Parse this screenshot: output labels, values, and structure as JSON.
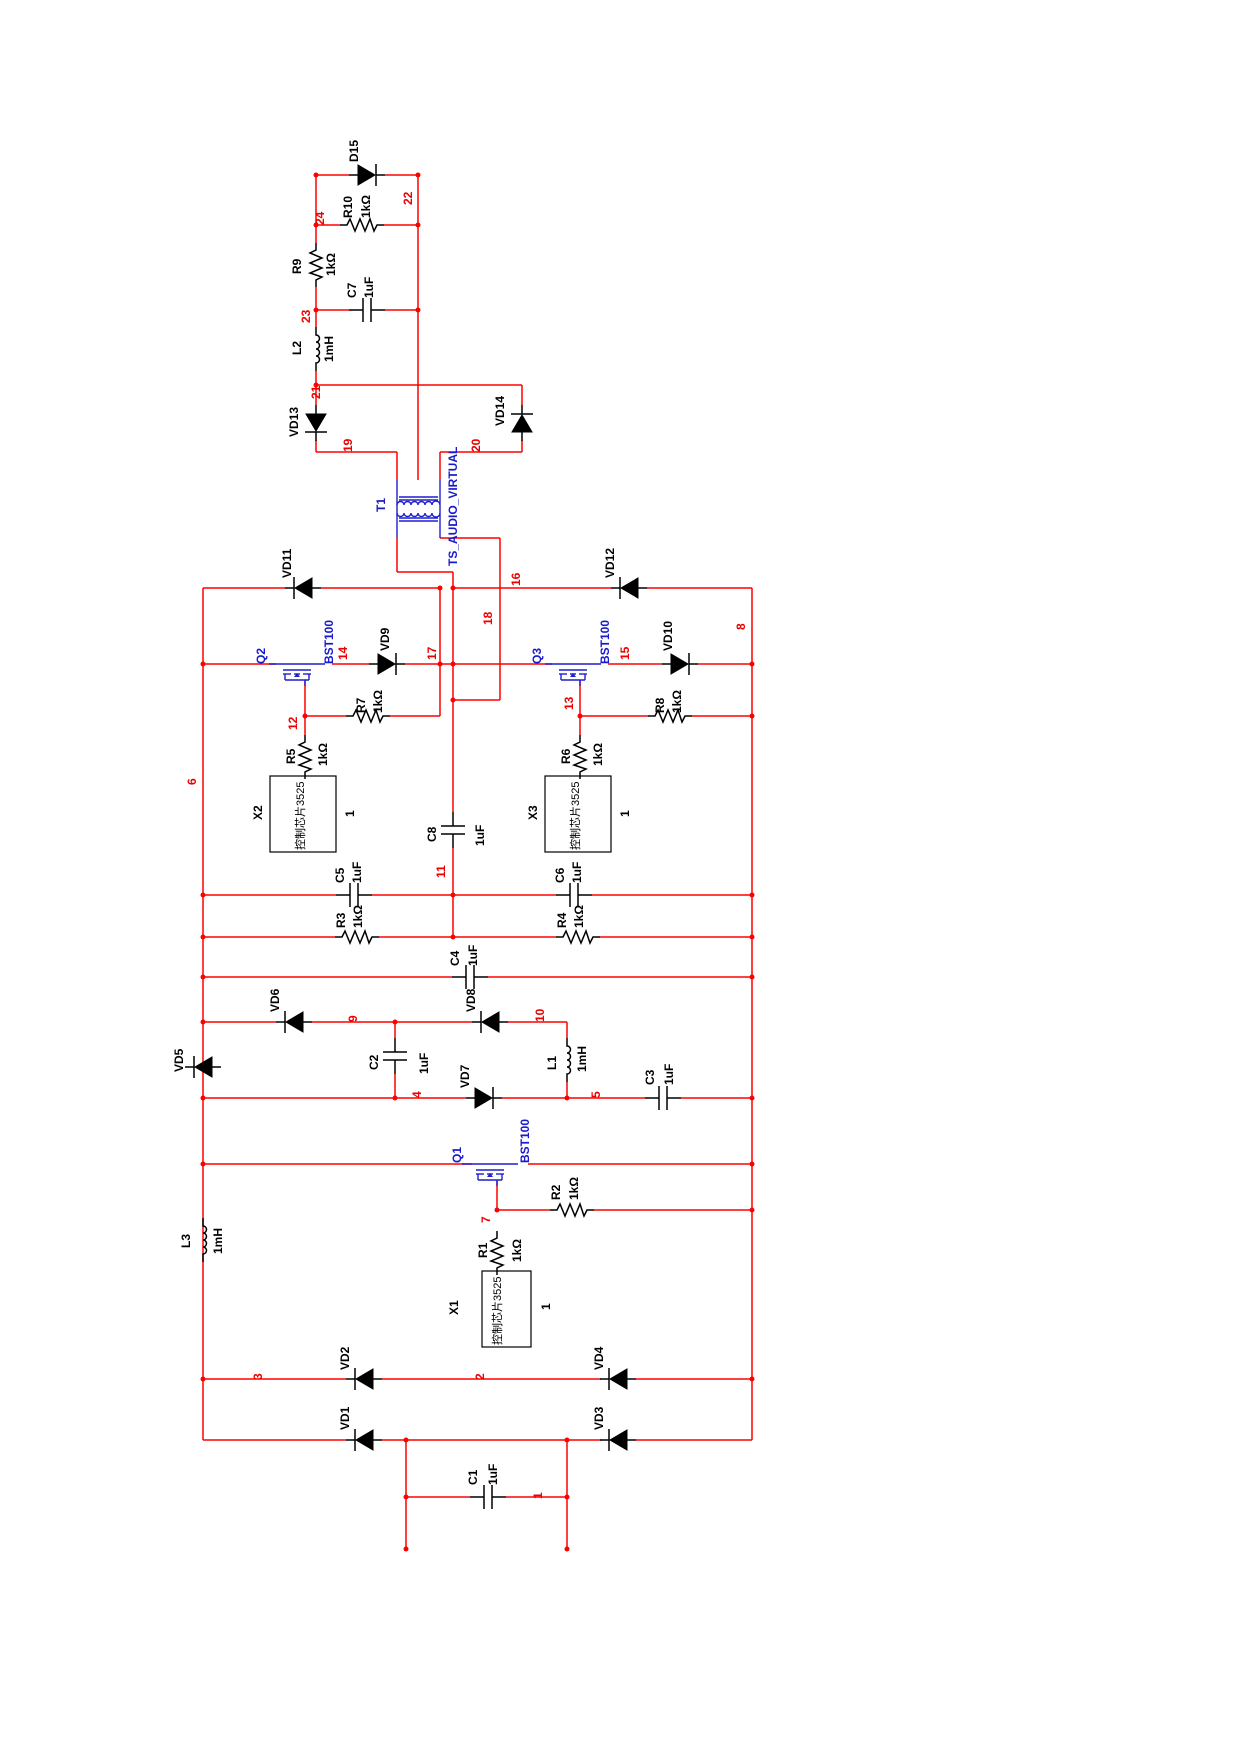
{
  "components": {
    "C1": {
      "ref": "C1",
      "value": "1uF"
    },
    "C2": {
      "ref": "C2",
      "value": "1uF"
    },
    "C3": {
      "ref": "C3",
      "value": "1uF"
    },
    "C4": {
      "ref": "C4",
      "value": "1uF"
    },
    "C5": {
      "ref": "C5",
      "value": "1uF"
    },
    "C6": {
      "ref": "C6",
      "value": "1uF"
    },
    "C7": {
      "ref": "C7",
      "value": "1uF"
    },
    "C8": {
      "ref": "C8",
      "value": "1uF"
    },
    "R1": {
      "ref": "R1",
      "value": "1kΩ"
    },
    "R2": {
      "ref": "R2",
      "value": "1kΩ"
    },
    "R3": {
      "ref": "R3",
      "value": "1kΩ"
    },
    "R4": {
      "ref": "R4",
      "value": "1kΩ"
    },
    "R5": {
      "ref": "R5",
      "value": "1kΩ"
    },
    "R6": {
      "ref": "R6",
      "value": "1kΩ"
    },
    "R7": {
      "ref": "R7",
      "value": "1kΩ"
    },
    "R8": {
      "ref": "R8",
      "value": "1kΩ"
    },
    "R9": {
      "ref": "R9",
      "value": "1kΩ"
    },
    "R10": {
      "ref": "R10",
      "value": "1kΩ"
    },
    "L1": {
      "ref": "L1",
      "value": "1mH"
    },
    "L2": {
      "ref": "L2",
      "value": "1mH"
    },
    "L3": {
      "ref": "L3",
      "value": "1mH"
    },
    "Q1": {
      "ref": "Q1",
      "value": "BST100"
    },
    "Q2": {
      "ref": "Q2",
      "value": "BST100"
    },
    "Q3": {
      "ref": "Q3",
      "value": "BST100"
    },
    "T1": {
      "ref": "T1",
      "value": "TS_AUDIO_VIRTUAL"
    },
    "X1": {
      "ref": "X1",
      "label": "控制芯片3525",
      "pin": "1"
    },
    "X2": {
      "ref": "X2",
      "label": "控制芯片3525",
      "pin": "1"
    },
    "X3": {
      "ref": "X3",
      "label": "控制芯片3525",
      "pin": "1"
    },
    "diodes": [
      "VD1",
      "VD2",
      "VD3",
      "VD4",
      "VD5",
      "VD6",
      "VD7",
      "VD8",
      "VD9",
      "VD10",
      "VD11",
      "VD12",
      "VD13",
      "VD14",
      "D15"
    ]
  },
  "nets": [
    "1",
    "2",
    "3",
    "4",
    "5",
    "6",
    "7",
    "8",
    "9",
    "10",
    "11",
    "12",
    "13",
    "14",
    "15",
    "16",
    "17",
    "18",
    "19",
    "20",
    "21",
    "22",
    "23",
    "24"
  ]
}
